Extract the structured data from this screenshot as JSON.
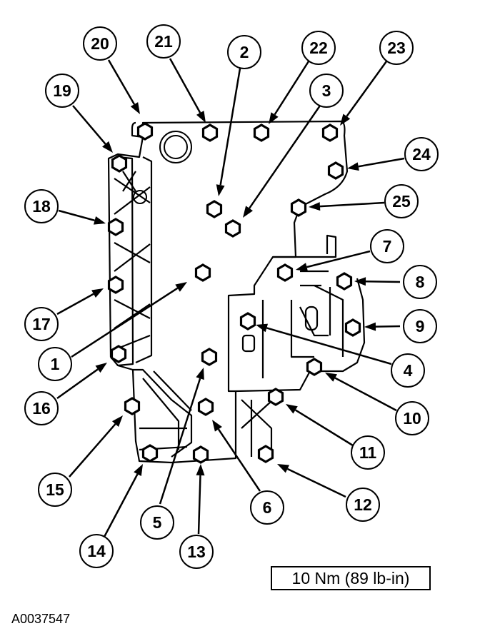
{
  "torque_spec": "10 Nm (89 lb-in)",
  "figure_id": "A0037547",
  "callout_labels": [
    "1",
    "2",
    "3",
    "4",
    "5",
    "6",
    "7",
    "8",
    "9",
    "10",
    "11",
    "12",
    "13",
    "14",
    "15",
    "16",
    "17",
    "18",
    "19",
    "20",
    "21",
    "22",
    "23",
    "24",
    "25"
  ]
}
